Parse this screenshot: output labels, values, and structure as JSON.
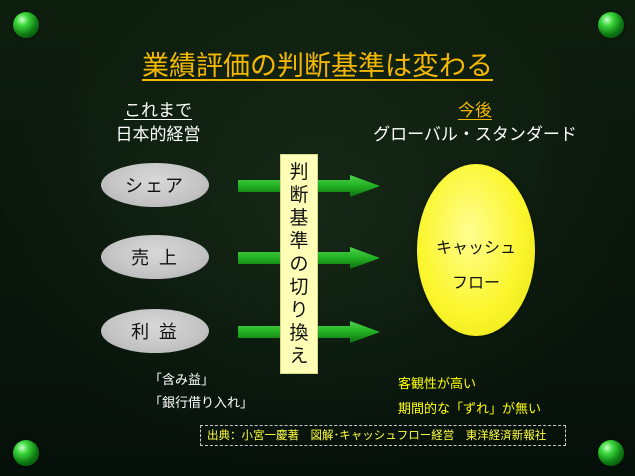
{
  "title": "業績評価の判断基準は変わる",
  "left_header": {
    "line1": "これまで",
    "line2": "日本的経営"
  },
  "right_header": {
    "line1": "今後",
    "line2": "グローバル・スタンダード"
  },
  "criteria": [
    "シェア",
    "売 上",
    "利 益"
  ],
  "switch_label_chars": [
    "判",
    "断",
    "基",
    "準",
    "の",
    "切",
    "り",
    "換",
    "え"
  ],
  "cash_flow": {
    "line1": "キャッシュ",
    "line2": "フロー"
  },
  "left_notes": [
    "「含み益」",
    "「銀行借り入れ」"
  ],
  "right_notes": [
    "客観性が高い",
    "期間的な「ずれ」が無い"
  ],
  "source": "出典：小宮一慶著　図解･キャッシュフロー経営　東洋経済新報社",
  "colors": {
    "title": "#f5b800",
    "arrow": "#22b022",
    "switch_box": "#ffffb8",
    "cash_oval": "#fbf62e",
    "pill": "#c4c4c4",
    "right_notes": "#ffff00"
  }
}
